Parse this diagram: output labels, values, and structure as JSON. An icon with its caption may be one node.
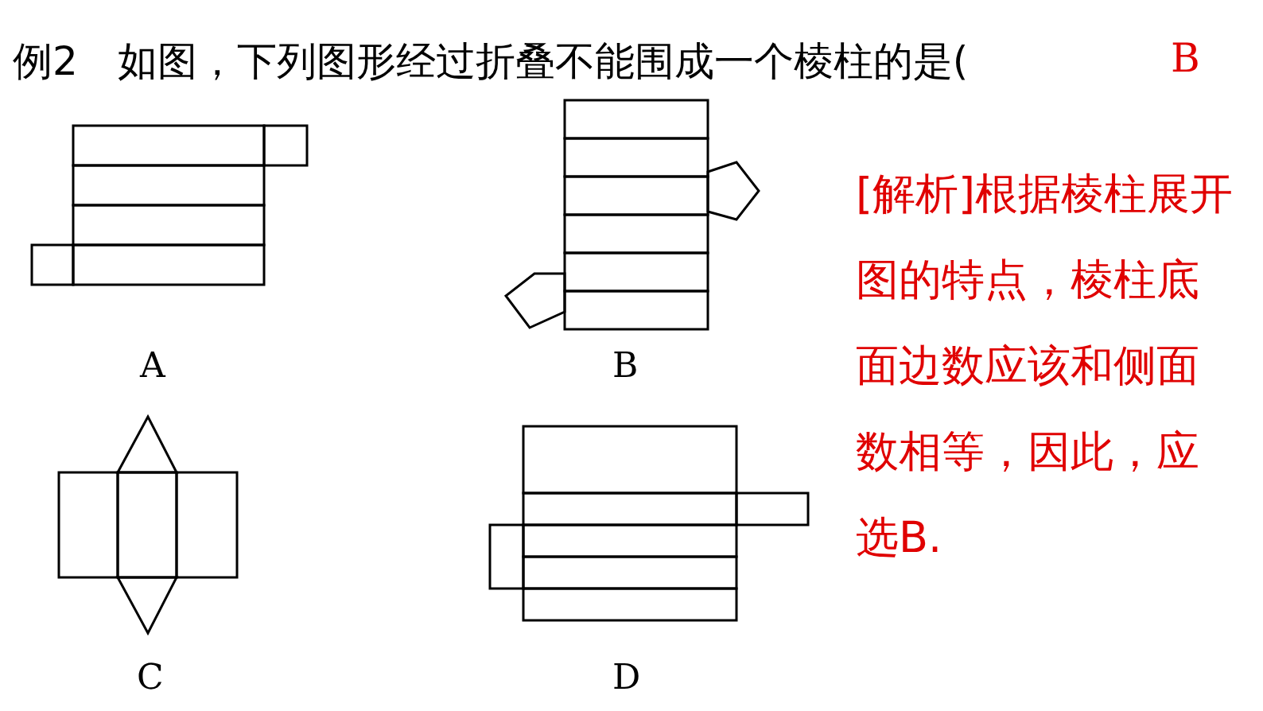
{
  "diagram": {
    "title": "例2　如图，下列图形经过折叠不能围成一个棱柱的是(",
    "labels": [
      "B",
      "A",
      "B",
      "C",
      "D",
      "[解析]根据棱柱展开图的特点，棱柱底面边数应该和侧面数相等，因此，应选B."
    ]
  }
}
